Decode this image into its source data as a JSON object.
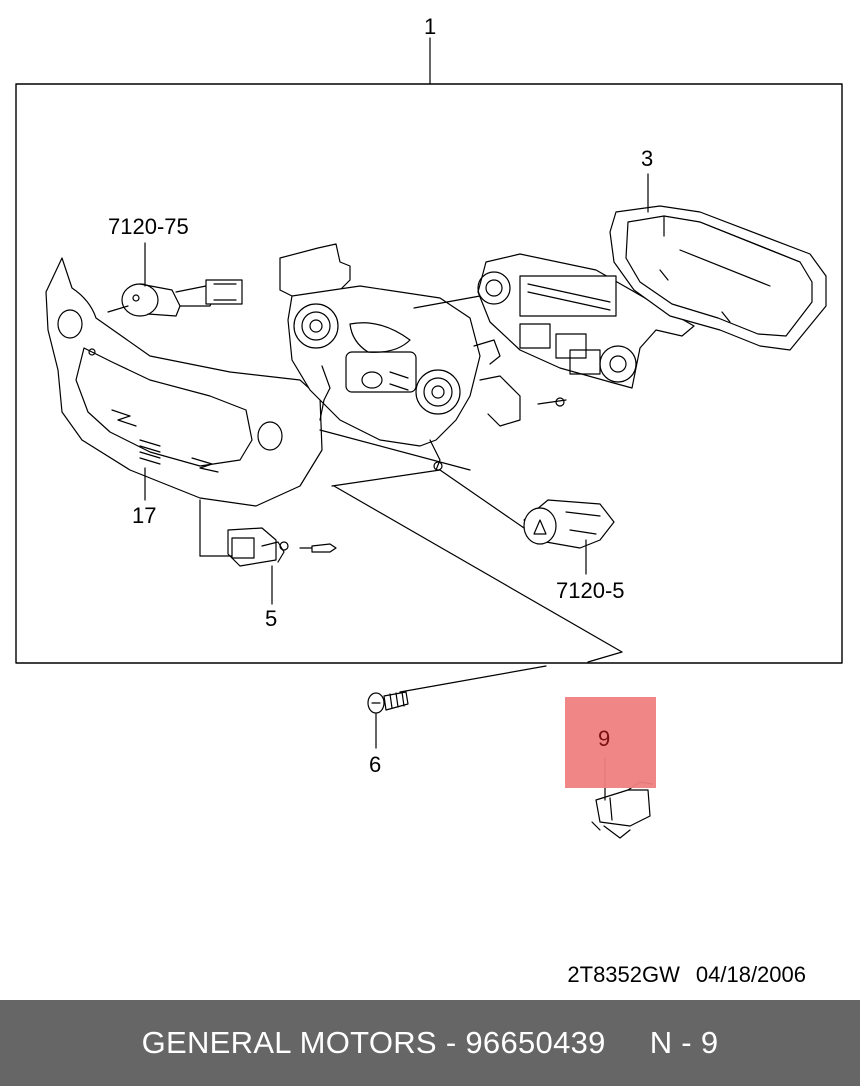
{
  "callouts": {
    "c1": "1",
    "c3": "3",
    "c7120_75": "7120-75",
    "c17": "17",
    "c5": "5",
    "c7120_5": "7120-5",
    "c6": "6",
    "c9": "9"
  },
  "highlight": {
    "part": "9",
    "color": "#f08080"
  },
  "drawing": {
    "code": "2T8352GW",
    "date": "04/18/2006"
  },
  "footer": {
    "brand": "GENERAL MOTORS",
    "separator": "-",
    "part_number": "96650439",
    "ref": "N - 9",
    "background": "#666666"
  }
}
